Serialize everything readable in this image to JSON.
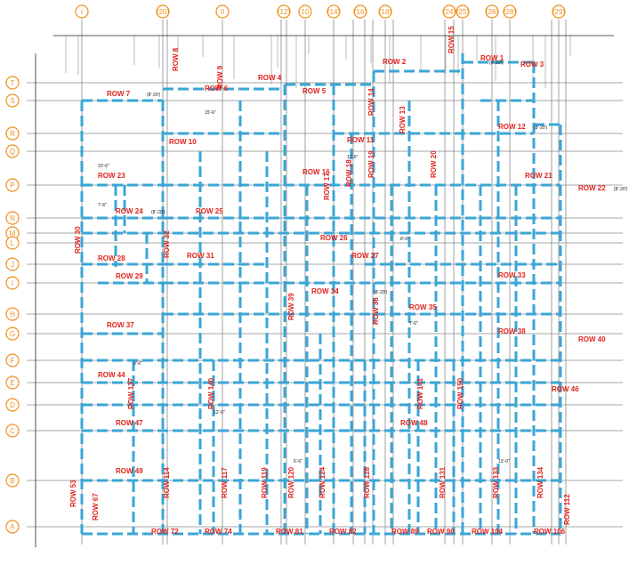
{
  "drawing": {
    "colors": {
      "background": "#ffffff",
      "gridline": "#8a8a8a",
      "bubble": "#f0901e",
      "row_label": "#e0241e",
      "dashed_route": "#3aa6d6",
      "dimension": "#1a1a1a"
    },
    "column_bubbles": [
      {
        "label": "I"
      },
      {
        "label": "(20)"
      },
      {
        "label": "II"
      },
      {
        "label": "(12)"
      },
      {
        "label": "10"
      },
      {
        "label": "(14)"
      },
      {
        "label": "(16)"
      },
      {
        "label": "(18)"
      },
      {
        "label": "(24)"
      },
      {
        "label": "(25)"
      },
      {
        "label": "(26)"
      },
      {
        "label": "(28)"
      },
      {
        "label": "(29)"
      }
    ],
    "row_bubbles": [
      {
        "label": "T"
      },
      {
        "label": "S"
      },
      {
        "label": "R"
      },
      {
        "label": "Q"
      },
      {
        "label": "P"
      },
      {
        "label": "N"
      },
      {
        "label": "M"
      },
      {
        "label": "L"
      },
      {
        "label": "J"
      },
      {
        "label": "I"
      },
      {
        "label": "H"
      },
      {
        "label": "G"
      },
      {
        "label": "F"
      },
      {
        "label": "E"
      },
      {
        "label": "D"
      },
      {
        "label": "C"
      },
      {
        "label": "B"
      },
      {
        "label": "A"
      }
    ],
    "row_labels": [
      {
        "text": "ROW 1"
      },
      {
        "text": "ROW 2"
      },
      {
        "text": "ROW 3"
      },
      {
        "text": "ROW 4"
      },
      {
        "text": "ROW 5"
      },
      {
        "text": "ROW 6"
      },
      {
        "text": "ROW 7"
      },
      {
        "text": "ROW 8"
      },
      {
        "text": "ROW 9"
      },
      {
        "text": "ROW 10"
      },
      {
        "text": "ROW 11"
      },
      {
        "text": "ROW 12"
      },
      {
        "text": "ROW 13"
      },
      {
        "text": "ROW 14"
      },
      {
        "text": "ROW 15"
      },
      {
        "text": "ROW 16"
      },
      {
        "text": "ROW 17"
      },
      {
        "text": "ROW 18"
      },
      {
        "text": "ROW 19"
      },
      {
        "text": "ROW 20"
      },
      {
        "text": "ROW 21"
      },
      {
        "text": "ROW 22"
      },
      {
        "text": "ROW 23"
      },
      {
        "text": "ROW 24"
      },
      {
        "text": "ROW 25"
      },
      {
        "text": "ROW 26"
      },
      {
        "text": "ROW 27"
      },
      {
        "text": "ROW 28"
      },
      {
        "text": "ROW 29"
      },
      {
        "text": "ROW 30"
      },
      {
        "text": "ROW 31"
      },
      {
        "text": "ROW 32"
      },
      {
        "text": "ROW 33"
      },
      {
        "text": "ROW 34"
      },
      {
        "text": "ROW 35"
      },
      {
        "text": "ROW 36"
      },
      {
        "text": "ROW 37"
      },
      {
        "text": "ROW 38"
      },
      {
        "text": "ROW 39"
      },
      {
        "text": "ROW 40"
      },
      {
        "text": "ROW 44"
      },
      {
        "text": "ROW 46"
      },
      {
        "text": "ROW 47"
      },
      {
        "text": "ROW 48"
      },
      {
        "text": "ROW 49"
      },
      {
        "text": "ROW 53"
      },
      {
        "text": "ROW 67"
      },
      {
        "text": "ROW 72"
      },
      {
        "text": "ROW 74"
      },
      {
        "text": "ROW 81"
      },
      {
        "text": "ROW 82"
      },
      {
        "text": "ROW 89"
      },
      {
        "text": "ROW 90"
      },
      {
        "text": "ROW 104"
      },
      {
        "text": "ROW 106"
      },
      {
        "text": "ROW 112"
      },
      {
        "text": "ROW 114"
      },
      {
        "text": "ROW 117"
      },
      {
        "text": "ROW 119"
      },
      {
        "text": "ROW 120"
      },
      {
        "text": "ROW 124"
      },
      {
        "text": "ROW 128"
      },
      {
        "text": "ROW 131"
      },
      {
        "text": "ROW 133"
      },
      {
        "text": "ROW 134"
      },
      {
        "text": "ROW 137"
      },
      {
        "text": "ROW 140"
      },
      {
        "text": "ROW 141"
      },
      {
        "text": "ROW 150"
      }
    ],
    "dimensions": [
      {
        "text": "10'-6\""
      },
      {
        "text": "7'-6\""
      },
      {
        "text": "15'-6\""
      },
      {
        "text": "11'-0\""
      },
      {
        "text": "8'-0\""
      },
      {
        "text": "7'-0\""
      },
      {
        "text": "9'-6\""
      },
      {
        "text": "12'-0\""
      },
      {
        "text": "6'-6\""
      },
      {
        "text": "13'-0\""
      }
    ],
    "size_tags": [
      {
        "text": "(8'-20')"
      },
      {
        "text": "(8'-20')"
      },
      {
        "text": "(8'-20')"
      },
      {
        "text": "(8'-20')"
      },
      {
        "text": "(8'-20')"
      },
      {
        "text": "(8'-20')"
      }
    ]
  }
}
